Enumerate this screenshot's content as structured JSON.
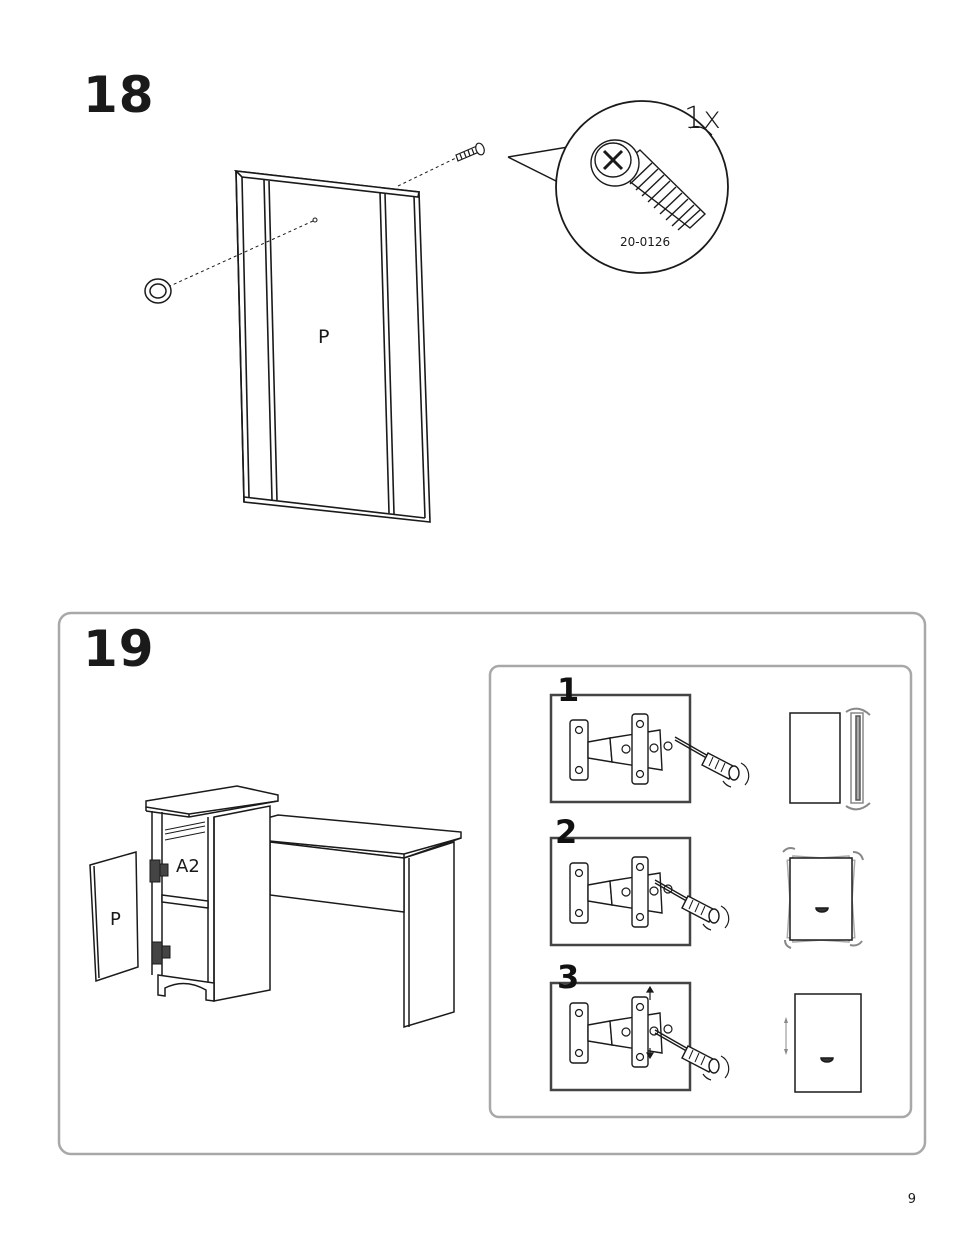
{
  "step18": {
    "number": "18",
    "panel_label": "P",
    "quantity": "1x",
    "part_code": "20-0126"
  },
  "step19": {
    "number": "19",
    "cabinet_label": "A2",
    "door_label": "P",
    "substeps": [
      "1",
      "2",
      "3"
    ]
  },
  "page_number": "9"
}
